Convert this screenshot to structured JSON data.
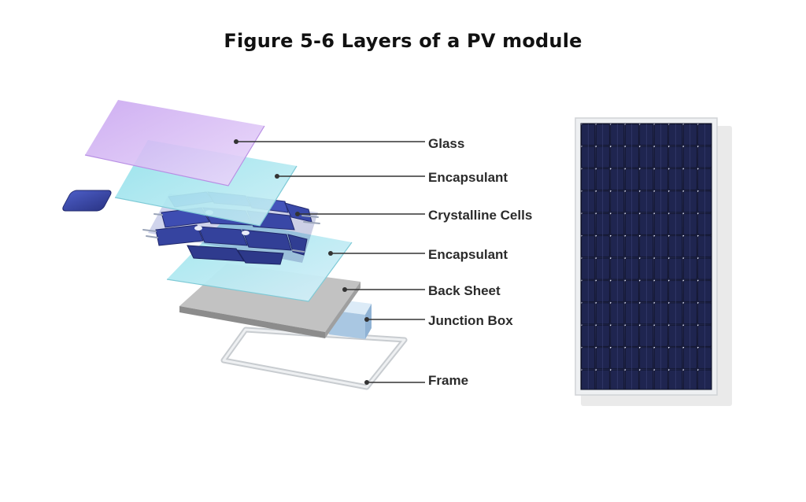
{
  "title": "Figure 5-6 Layers of a PV module",
  "labels": {
    "glass": "Glass",
    "encapsulant_top": "Encapsulant",
    "cells": "Crystalline Cells",
    "encapsulant_bottom": "Encapsulant",
    "back_sheet": "Back Sheet",
    "junction_box": "Junction Box",
    "frame": "Frame"
  },
  "colors": {
    "glass": "#c9a6f0",
    "encapsulant": "#a9e6ee",
    "cells": "#3c4aa8",
    "back_sheet": "#b5b5b5",
    "junction_box": "#b8d4ec",
    "panel": "#1e2244",
    "frame": "#d9dcdf",
    "leader": "#333333"
  }
}
